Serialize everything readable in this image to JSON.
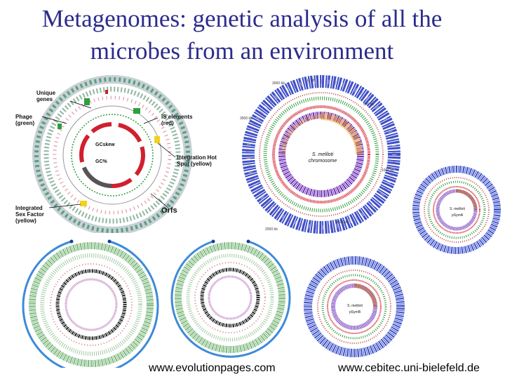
{
  "slide": {
    "title_line1": "Metagenomes: genetic analysis of all the",
    "title_line2": "microbes from an environment"
  },
  "annotations": {
    "unique_genes": "Unique genes",
    "phage": "Phage (green)",
    "is_elements": "IS elements (red)",
    "gc_skew": "GCskew",
    "gc_percent": "GC%",
    "integration_hot_spot": "Integration Hot Spot (yellow)",
    "integrated_sex_factor": "Integrated Sex Factor (yellow)",
    "orfs": "Orfs"
  },
  "maps": {
    "big_center": "S. meliloti chromosome",
    "small_right": "S. meliloti pSymA",
    "bottom_mid": "S. meliloti pSymB"
  },
  "credits": {
    "left": "www.evolutionpages.com",
    "right": "www.cebitec.uni-bielefeld.de"
  },
  "colors": {
    "title": "#2b2b8c",
    "outer_blue": "#3b4fc8",
    "plot_purple": "#6b2fb5",
    "plot_orange": "#f0a030",
    "plot_green": "#2e9e3e",
    "plot_red": "#d0202e"
  }
}
